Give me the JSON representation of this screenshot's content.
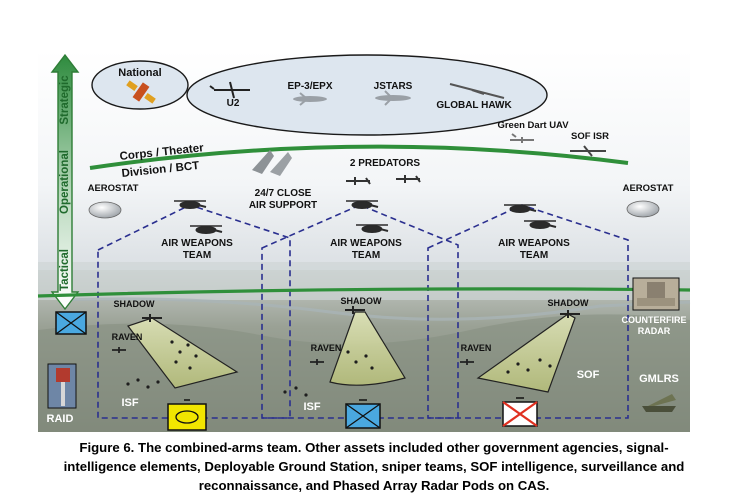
{
  "figure": {
    "levels": [
      "Strategic",
      "Operational",
      "Tactical"
    ],
    "echelons": {
      "corps_theater": "Corps / Theater",
      "division_bct": "Division / BCT"
    },
    "national": "National",
    "strategic_assets": [
      "U2",
      "EP-3/EPX",
      "JSTARS",
      "GLOBAL HAWK"
    ],
    "operational_assets": {
      "green_dart": "Green Dart UAV",
      "sof_isr": "SOF ISR",
      "predators": "2 PREDATORS",
      "close_air_support_line1": "24/7 CLOSE",
      "close_air_support_line2": "AIR SUPPORT",
      "aerostat_left": "AEROSTAT",
      "aerostat_right": "AEROSTAT"
    },
    "air_weapons_team_line1": "AIR WEAPONS",
    "air_weapons_team_line2": "TEAM",
    "ground": {
      "shadow": "SHADOW",
      "raven": "RAVEN",
      "isf": "ISF",
      "sof": "SOF",
      "raid": "RAID",
      "counterfire_line1": "COUNTERFIRE",
      "counterfire_line2": "RADAR",
      "gmlrs": "GMLRS"
    },
    "colors": {
      "strategic_arrow": "#2e8b3e",
      "echelon_line": "#2f8f3a",
      "sector_dash": "#2a2f8f",
      "unit_yellow": "#f2e600",
      "unit_blue": "#4aa8e0",
      "unit_red": "#e03020"
    }
  },
  "caption": {
    "line1": "Figure 6. The combined-arms team. Other assets included other government agencies, signal-",
    "line2": "intelligence elements, Deployable Ground Station, sniper teams, SOF intelligence, surveillance and",
    "line3": "reconnaissance, and Phased Array Radar Pods on CAS."
  }
}
